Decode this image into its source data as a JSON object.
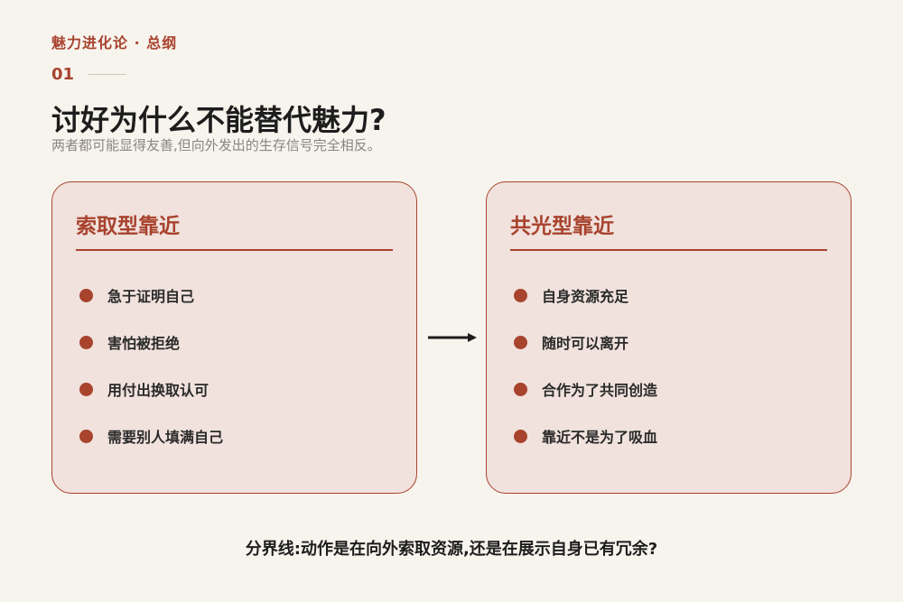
{
  "header": {
    "kicker": "魅力进化论 · 总纲",
    "number": "01",
    "title": "讨好为什么不能替代魅力?",
    "subtitle": "两者都可能显得友善,但向外发出的生存信号完全相反。"
  },
  "cards": [
    {
      "title": "索取型靠近",
      "items": [
        "急于证明自己",
        "害怕被拒绝",
        "用付出换取认可",
        "需要别人填满自己"
      ]
    },
    {
      "title": "共光型靠近",
      "items": [
        "自身资源充足",
        "随时可以离开",
        "合作为了共同创造",
        "靠近不是为了吸血"
      ]
    }
  ],
  "footer": {
    "text": "分界线:动作是在向外索取资源,还是在展示自身已有冗余?"
  },
  "colors": {
    "accent": "#a8432e",
    "card_bg": "#f1e2dd",
    "page_bg": "#f7f4ee",
    "text": "#1d1d1d"
  },
  "icons": {
    "arrow": "right-arrow-icon",
    "bullet": "bullet-dot-icon"
  }
}
